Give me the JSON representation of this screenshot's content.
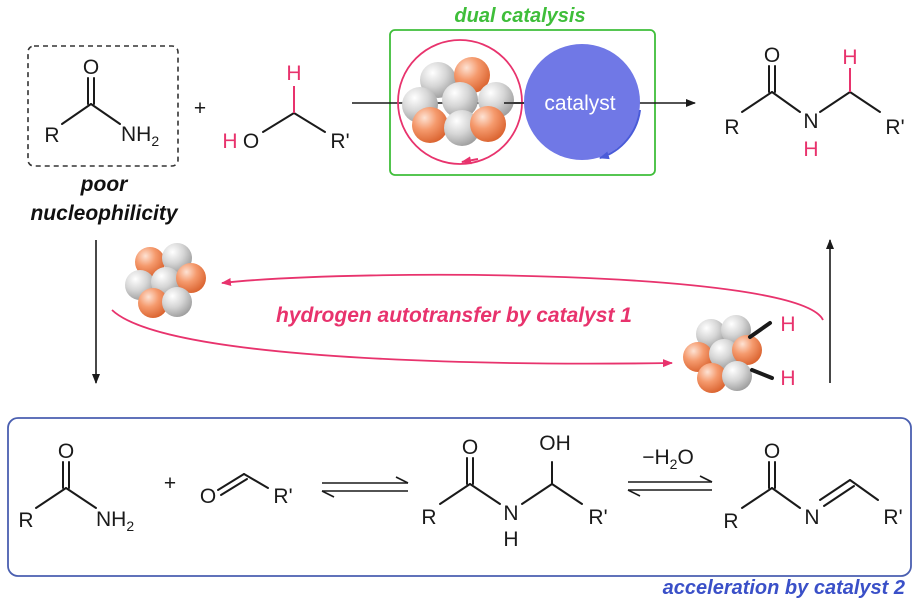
{
  "labels": {
    "dual_catalysis": "dual catalysis",
    "catalyst": "catalyst",
    "poor": "poor",
    "nucleophilicity": "nucleophilicity",
    "hydrogen_autotransfer": "hydrogen autotransfer by catalyst 1",
    "acceleration": "acceleration by catalyst 2",
    "minus_water": "−H",
    "minus_water_sub": "2",
    "minus_water_tail": "O",
    "plus": "+"
  },
  "atoms": {
    "R": "R",
    "R_prime": "R'",
    "O": "O",
    "N": "N",
    "H": "H",
    "NH": "NH",
    "NH2_sub": "2",
    "HO": "HO",
    "OH": "OH"
  },
  "colors": {
    "red": "#e8336d",
    "green": "#3fbe3a",
    "blue_circle": "#7078e6",
    "blue_frame": "#4a5fb0",
    "orange": "#f07f4d",
    "grey": "#c8c8c8"
  }
}
